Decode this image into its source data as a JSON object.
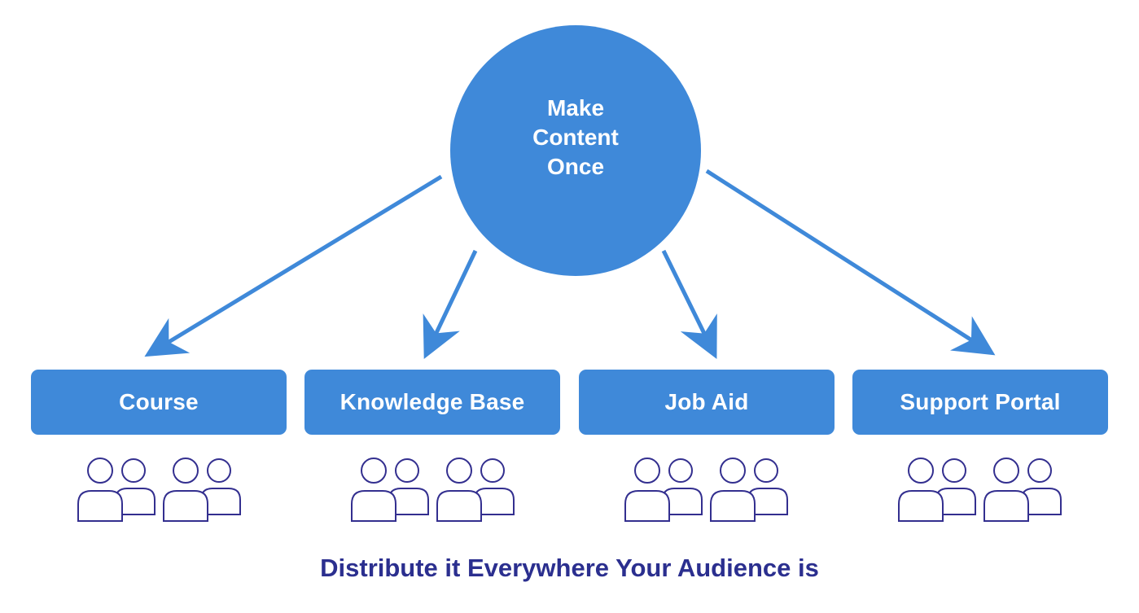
{
  "hub": {
    "label": "Make\nContent\nOnce"
  },
  "channels": [
    {
      "label": "Course"
    },
    {
      "label": "Knowledge Base"
    },
    {
      "label": "Job Aid"
    },
    {
      "label": "Support Portal"
    }
  ],
  "tagline": "Distribute it Everywhere Your Audience is",
  "colors": {
    "primary_blue": "#3f89d9",
    "icon_outline": "#332f8f",
    "tagline_text": "#2b2f8f",
    "background": "#ffffff"
  },
  "icons": {
    "audience": "people-group-icon",
    "connector": "arrow-down-icon"
  }
}
